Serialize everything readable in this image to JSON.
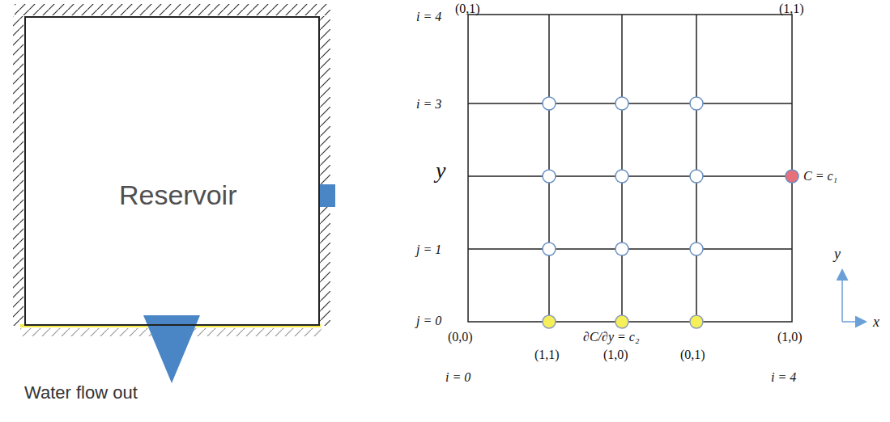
{
  "diagram": {
    "nodes": [
      {
        "text": [
          "Reservoir"
        ]
      }
    ],
    "labels": [
      "(0,1)",
      "(1,1)",
      "i = 4",
      "i = 3",
      "y",
      "j = 1",
      "j = 0",
      "(0,0)",
      "(1,0)",
      "i = 0",
      "(1,1)",
      "(1,0)",
      "(0,1)",
      "i = 4",
      "∂C/∂y = c₂",
      "C = c₁",
      "y",
      "x",
      "Water flow out"
    ]
  }
}
